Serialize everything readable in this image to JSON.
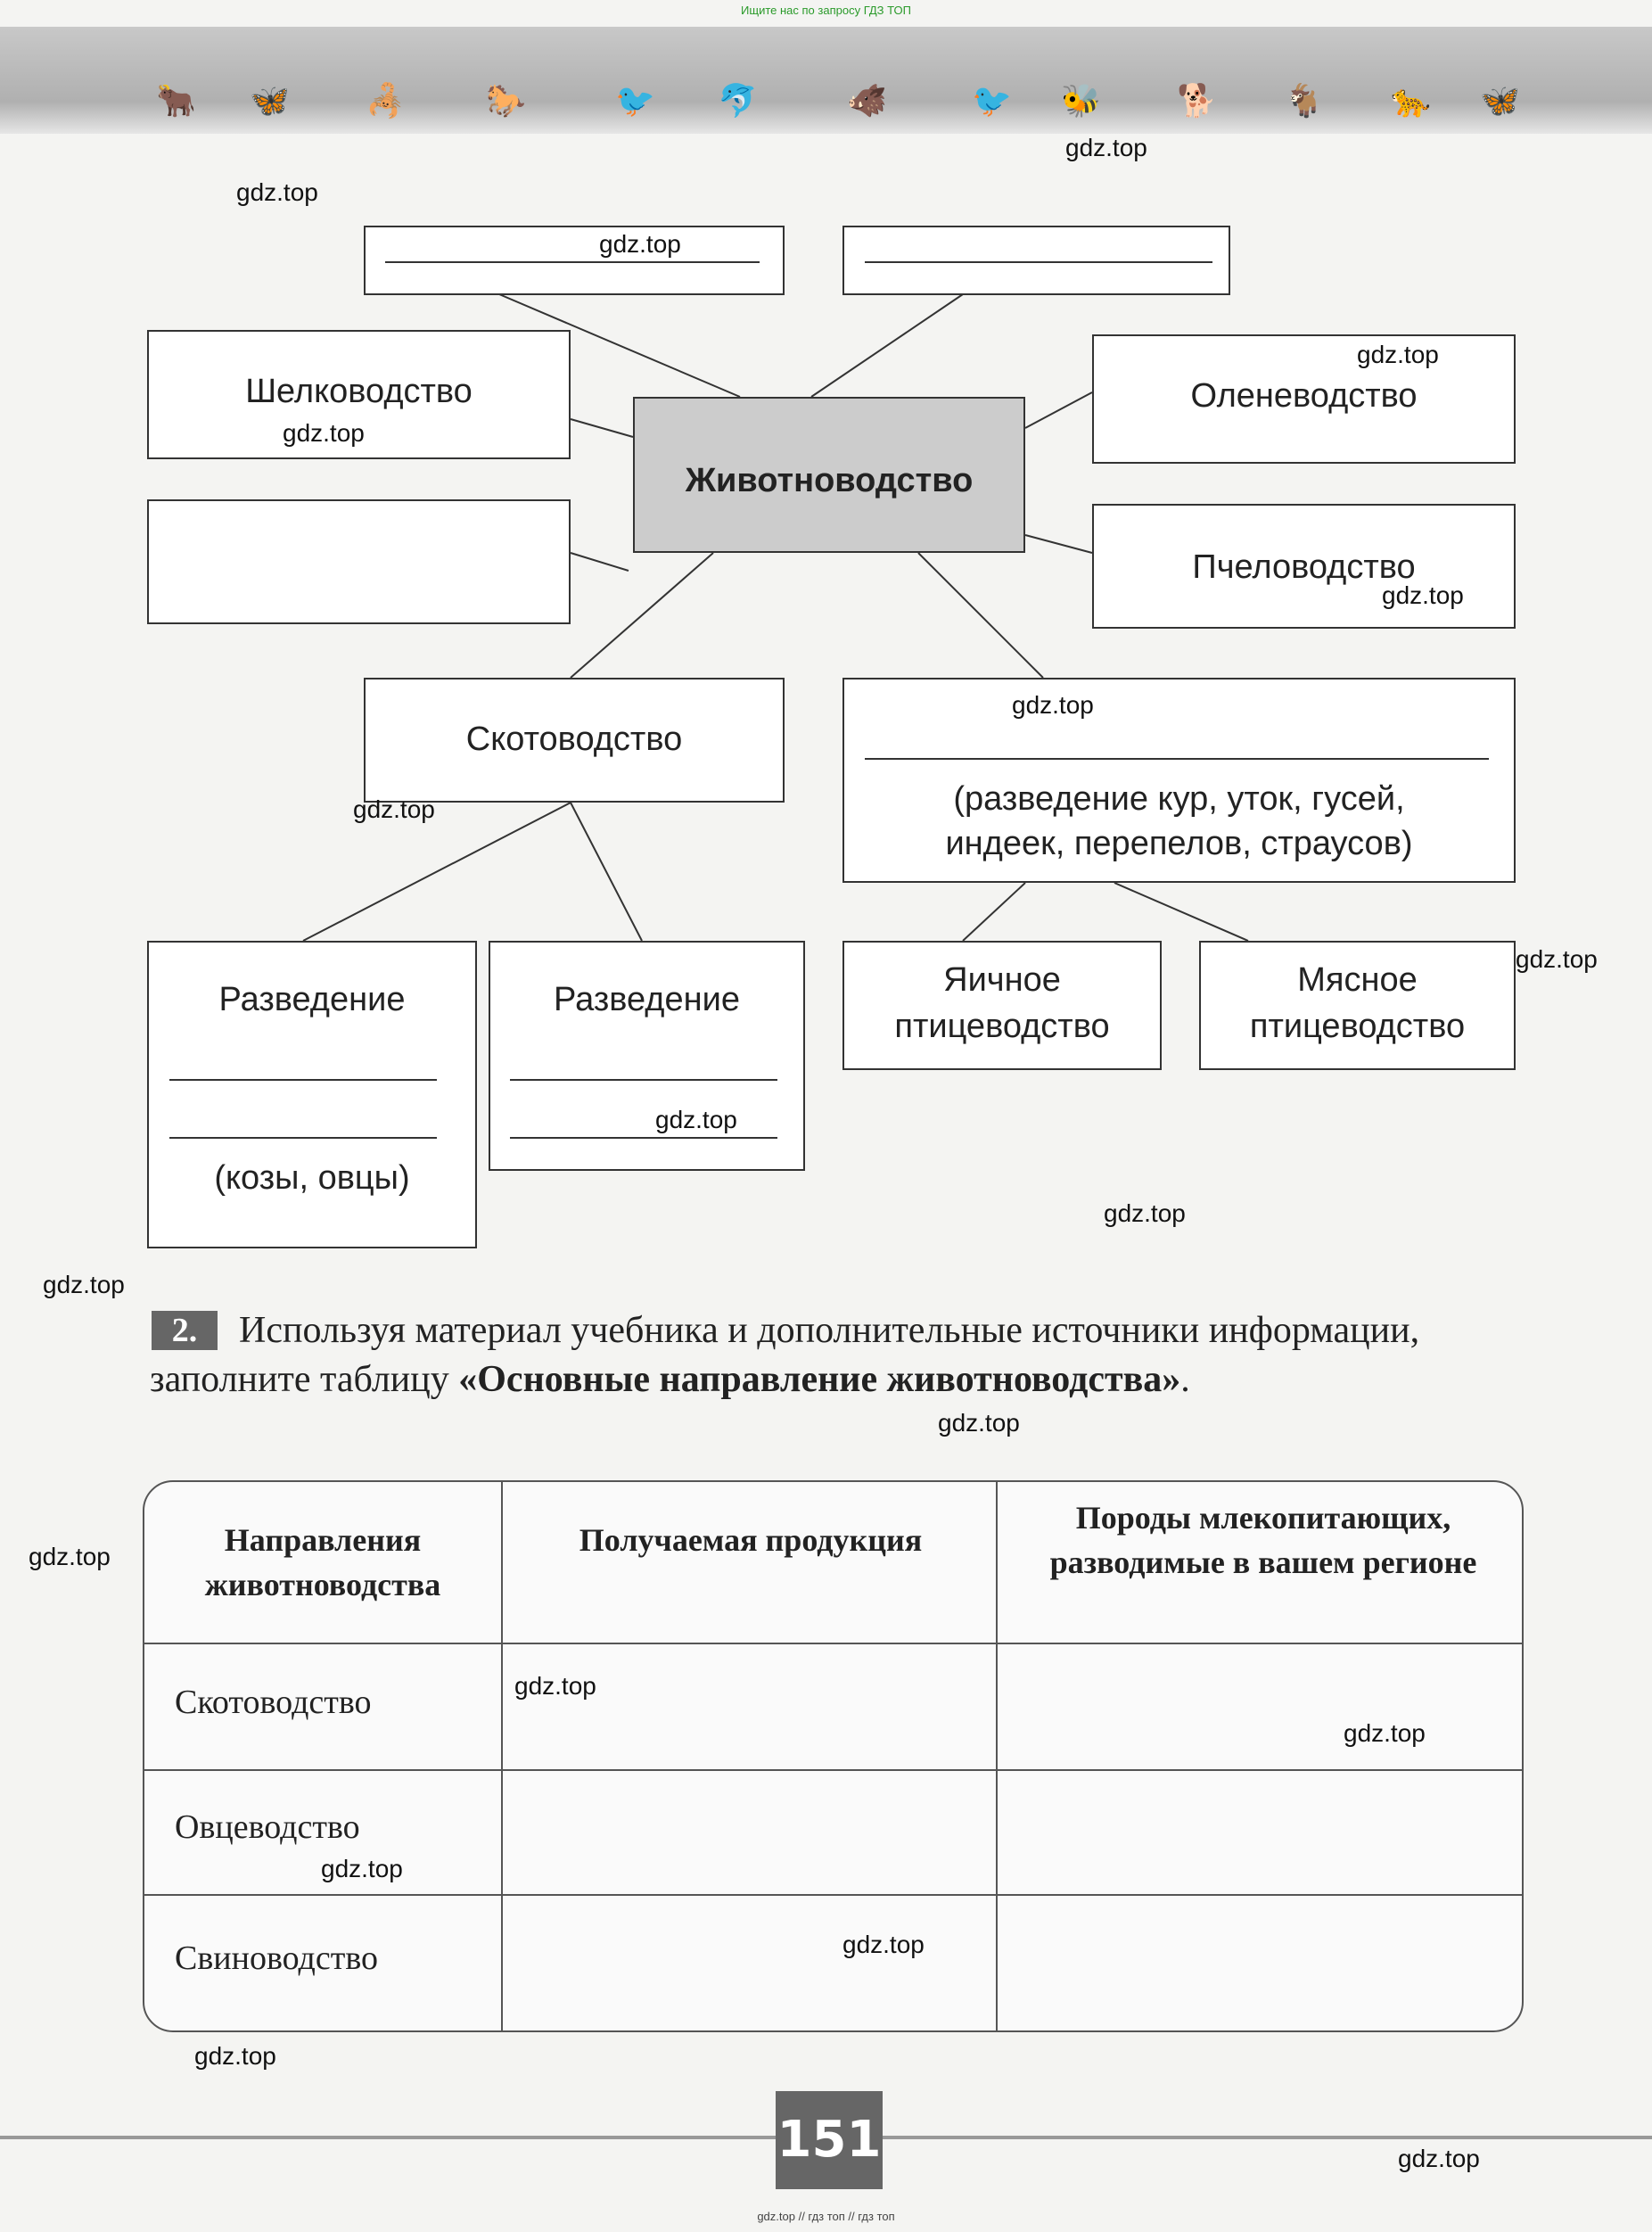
{
  "header_note": "Ищите нас по запросу ГДЗ ТОП",
  "footer_note": "gdz.top // гдз топ // гдз топ",
  "page_number": "151",
  "decor_icons": [
    "🐂",
    "🦋",
    "🦂",
    "🐎",
    "🐦",
    "🐬",
    "🐗",
    "🐦",
    "🐝",
    "🐕",
    "🐐",
    "🐆",
    "🦋"
  ],
  "diagram": {
    "center": "Животноводство",
    "left1": "Шелководство",
    "right1": "Оленеводство",
    "right2": "Пчеловодство",
    "cattle": "Скотоводство",
    "poultry_desc_line1": "(разведение кур, уток, гусей,",
    "poultry_desc_line2": "индеек, перепелов, страусов)",
    "breeding1": "Разведение",
    "breeding1_note": "(козы, овцы)",
    "breeding2": "Разведение",
    "egg_line1": "Яичное",
    "egg_line2": "птицеводство",
    "meat_line1": "Мясное",
    "meat_line2": "птицеводство"
  },
  "task": {
    "number": "2.",
    "text_part1": "Используя материал учебника и дополнительные источники информации, заполните таблицу ",
    "text_bold": "«Основные направление животноводства»",
    "text_end": "."
  },
  "table": {
    "headers": [
      "Направления животноводства",
      "Получаемая продукция",
      "Породы млекопитающих, разводимые в вашем регионе"
    ],
    "rows": [
      "Скотоводство",
      "Овцеводство",
      "Свиноводство"
    ]
  },
  "watermark": "gdz.top"
}
